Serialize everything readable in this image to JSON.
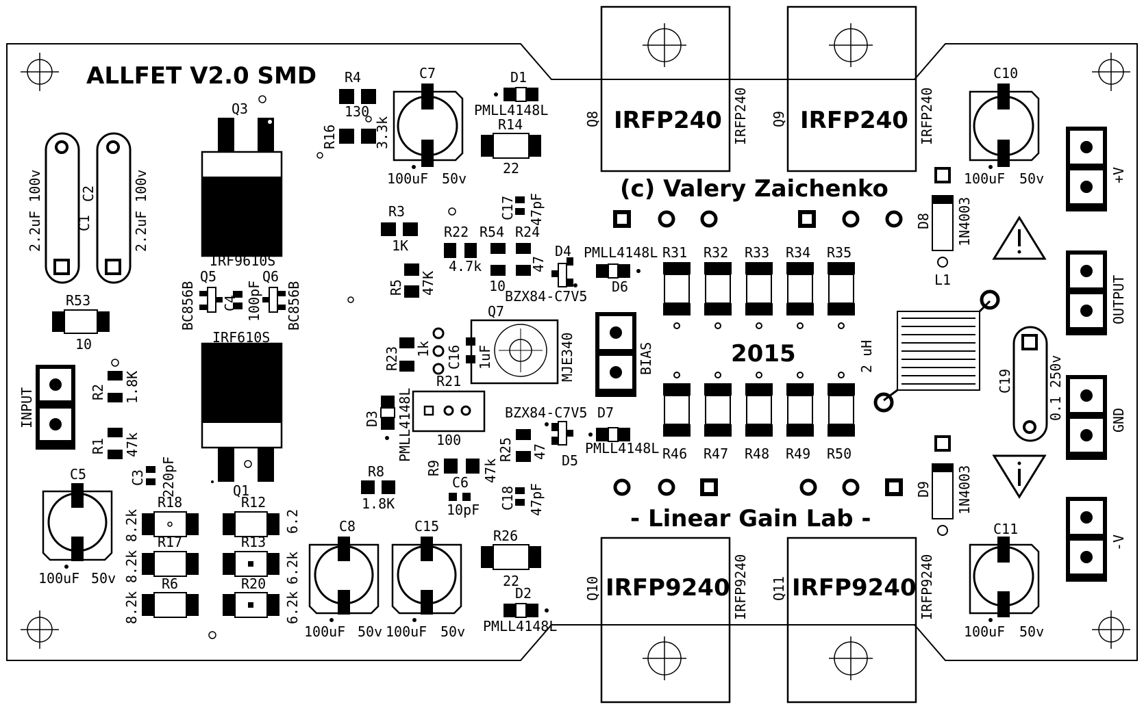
{
  "board": {
    "title": "ALLFET V2.0 SMD",
    "copyright": "(c) Valery Zaichenko",
    "footer": "- Linear Gain Lab -",
    "year": "2015"
  },
  "texts": {
    "c1_val": "2.2uF 100v",
    "c1": "C1",
    "c2_val": "2.2uF 100v",
    "c2": "C2",
    "r53": "R53",
    "r53_val": "10",
    "input": "INPUT",
    "r2": "R2",
    "r2_val": "1.8K",
    "r1": "R1",
    "r1_val": "47k",
    "c3": "C3",
    "c3_val": "220pF",
    "c5": "C5",
    "c5_val": "100uF",
    "c5_v": "50v",
    "r18": "R18",
    "r17": "R17",
    "r6": "R6",
    "r18_val": "8.2k",
    "r17_val": "8.2k",
    "r6_val": "8.2k",
    "r12": "R12",
    "r13": "R13",
    "r20": "R20",
    "r12_val": "6.2",
    "r13_val": "6.2k",
    "r20_val": "6.2k",
    "q3": "Q3",
    "q3_part": "IRF9610S",
    "q1": "Q1",
    "q1_part": "IRF610S",
    "q5": "Q5",
    "q6": "Q6",
    "q5_part": "BC856B",
    "q6_part": "BC856B",
    "c4": "C4",
    "c4_val": "100pF",
    "r4": "R4",
    "r4_val": "130",
    "r16": "R16",
    "r16_val": "3.3k",
    "c7": "C7",
    "c7_val": "100uF",
    "c7_v": "50v",
    "d1": "D1",
    "d1_part": "PMLL4148L",
    "r14": "R14",
    "r14_val": "22",
    "r3": "R3",
    "r3_val": "1K",
    "c17": "C17",
    "c17_val": "47pF",
    "r22": "R22",
    "r22_val": "4.7k",
    "r54": "R54",
    "r54_val": "10",
    "r24": "R24",
    "r24_val": "47",
    "d4": "D4",
    "d4_part": "BZX84-C7V5",
    "d6": "D6",
    "d6_part": "PMLL4148L",
    "r5": "R5",
    "r5_val": "47K",
    "q7": "Q7",
    "q7_part": "MJE340",
    "r23": "R23",
    "r23_val": "1k",
    "c16": "C16",
    "c16_val": "1uF",
    "r21": "R21",
    "r21_val": "100",
    "d3": "D3",
    "d3_part": "PMLL4148L",
    "bias": "BIAS",
    "d5": "D5",
    "d5_part": "BZX84-C7V5",
    "d7": "D7",
    "d7_part": "PMLL4148L",
    "r25": "R25",
    "r25_val": "47",
    "r9": "R9",
    "r9_val": "47k",
    "c6": "C6",
    "c6_val": "10pF",
    "c18": "C18",
    "c18_val": "47pF",
    "r8": "R8",
    "r8_val": "1.8K",
    "c8": "C8",
    "c8_val": "100uF",
    "c8_v": "50v",
    "c15": "C15",
    "c15_val": "100uF",
    "c15_v": "50v",
    "r26": "R26",
    "r26_val": "22",
    "d2": "D2",
    "d2_part": "PMLL4148L",
    "q8": "Q8",
    "q9": "Q9",
    "q10": "Q10",
    "q11": "Q11",
    "irfp240": "IRFP240",
    "irfp9240": "IRFP9240",
    "r31": "R31",
    "r32": "R32",
    "r33": "R33",
    "r34": "R34",
    "r35": "R35",
    "r46": "R46",
    "r47": "R47",
    "r48": "R48",
    "r49": "R49",
    "r50": "R50",
    "c10": "C10",
    "c10_val": "100uF",
    "c10_v": "50v",
    "c11": "C11",
    "c11_val": "100uF",
    "c11_v": "50v",
    "d8": "D8",
    "d8_part": "1N4003",
    "d9": "D9",
    "d9_part": "1N4003",
    "l1": "L1",
    "l1_val": "2 uH",
    "c19": "C19",
    "c19_val": "0.1 250v",
    "pos_v": "+V",
    "output": "OUTPUT",
    "gnd": "GND",
    "neg_v": "-V"
  }
}
